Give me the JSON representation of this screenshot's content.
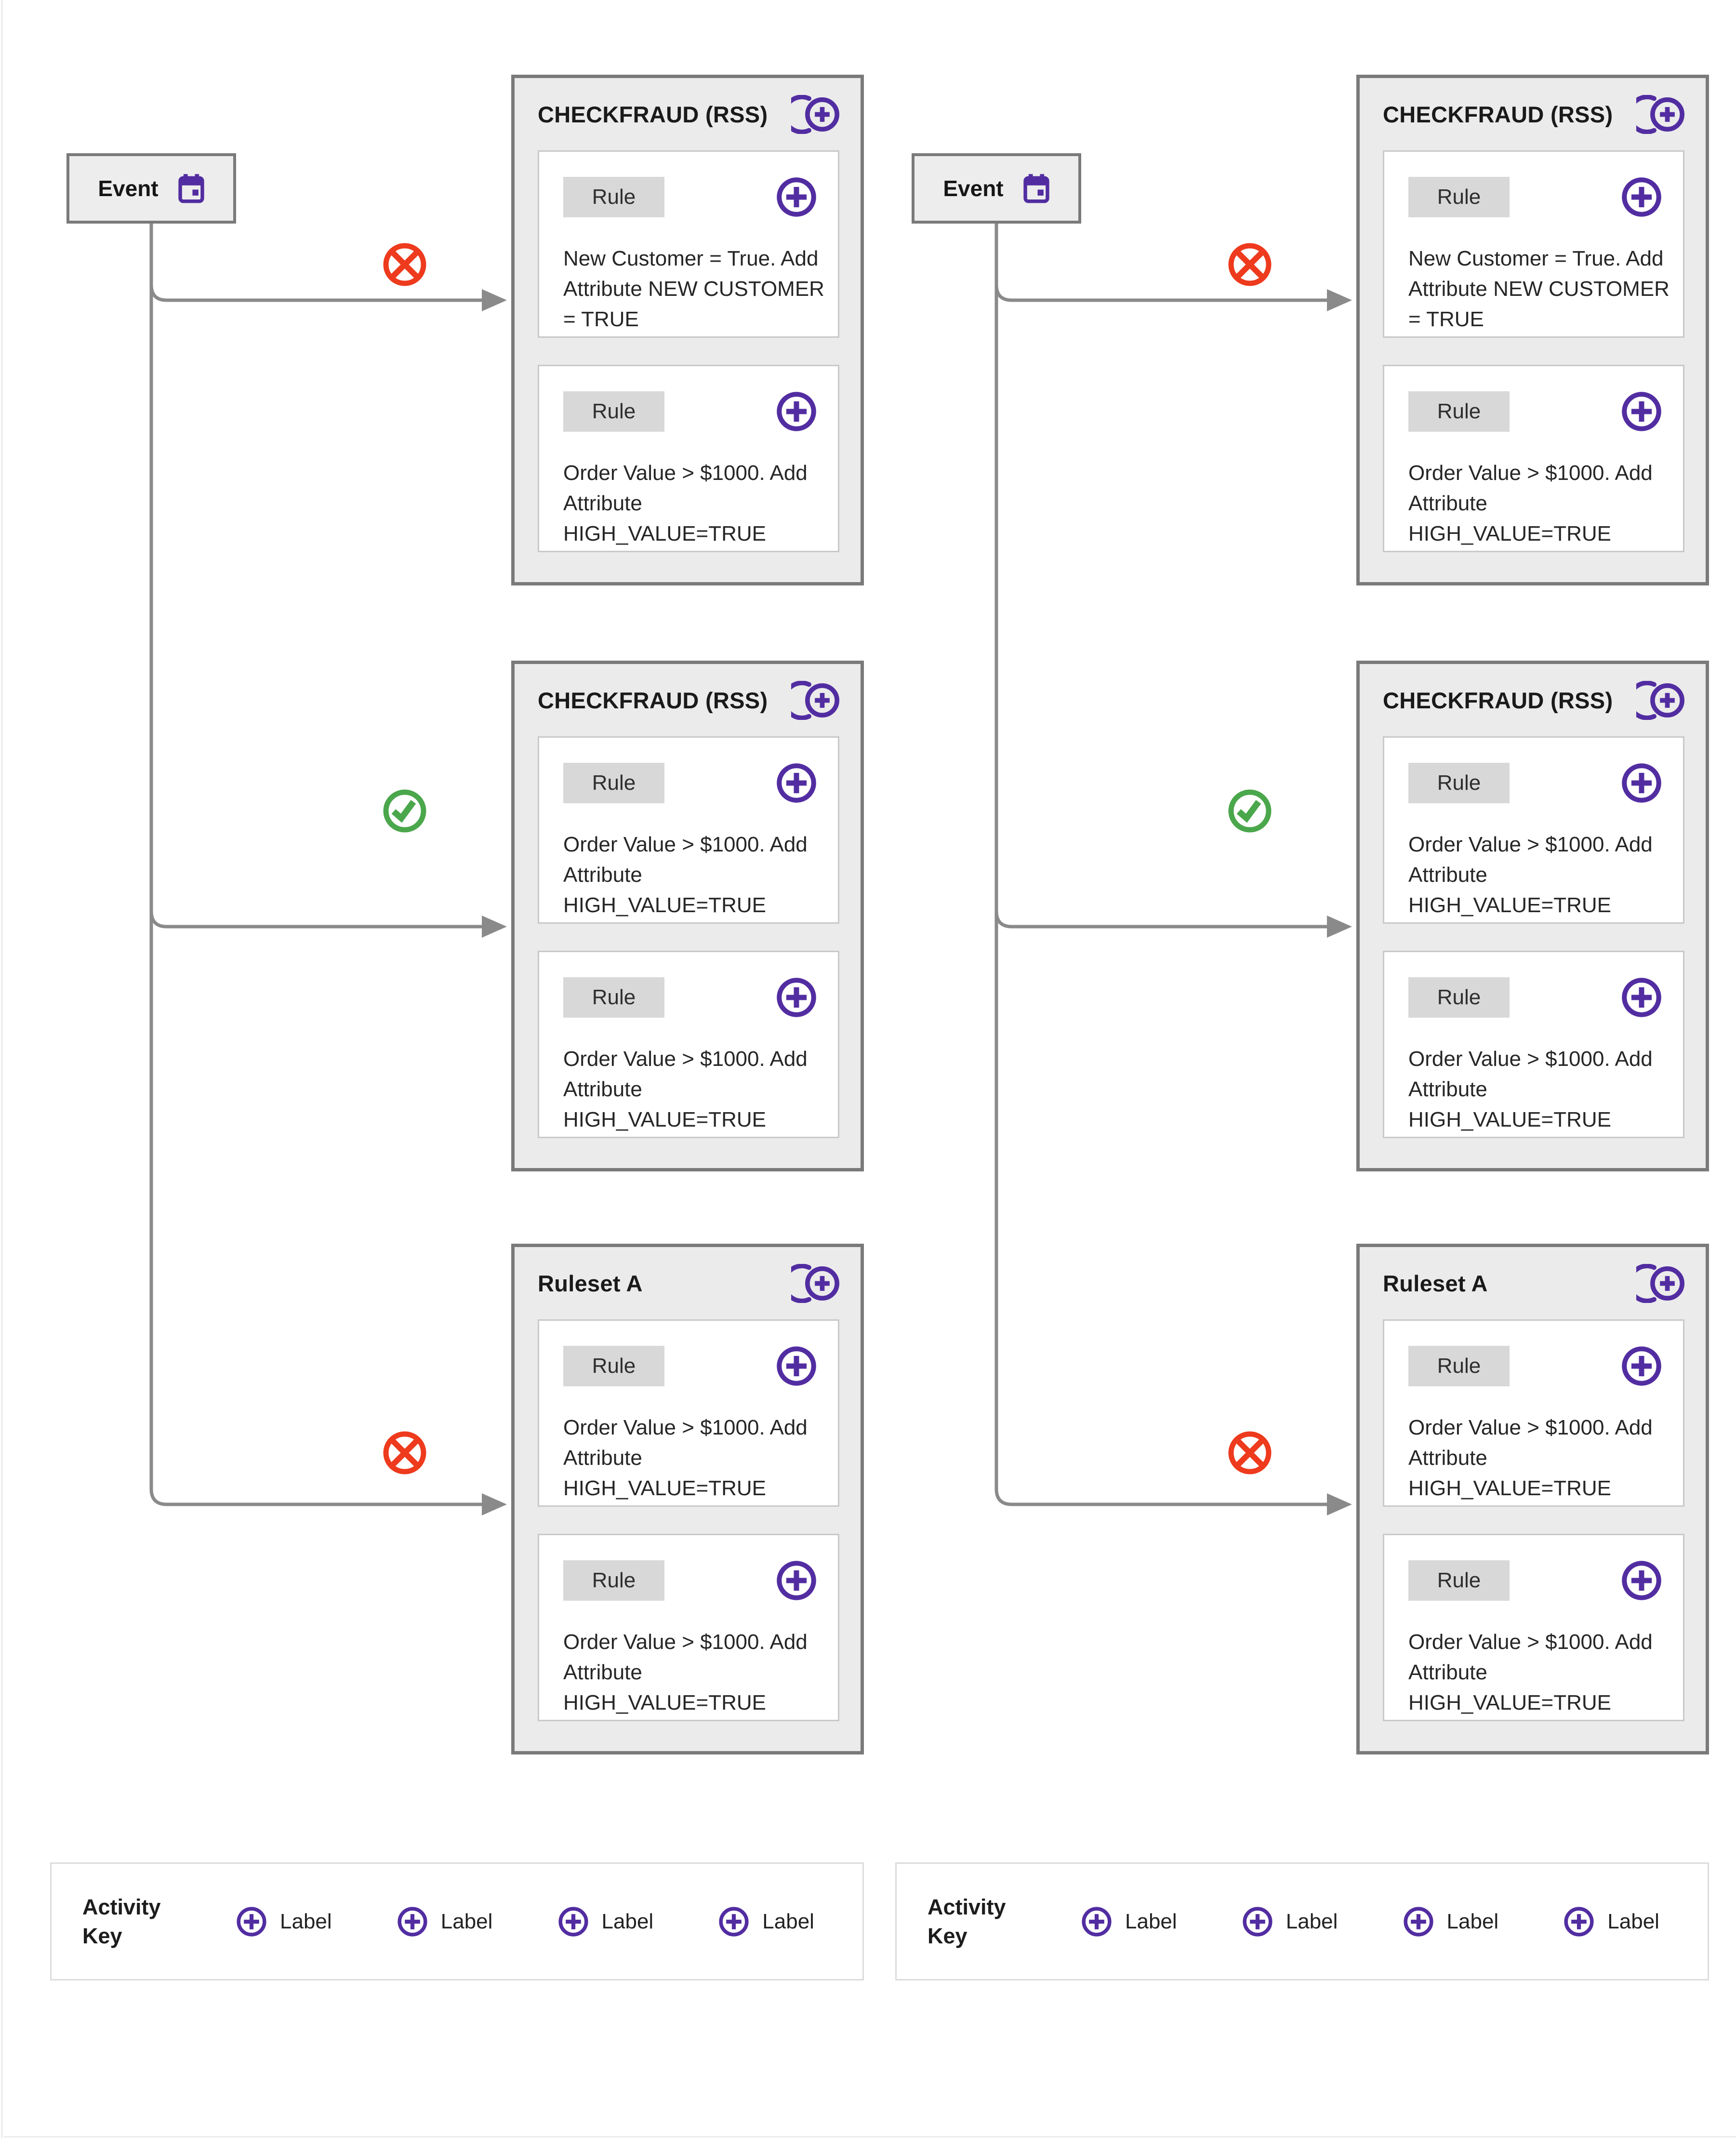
{
  "colors": {
    "accent_purple": "#522da1",
    "status_red": "#ee3a1d",
    "status_green": "#4aa74b",
    "connector_gray": "#8a8a8a",
    "box_border_gray": "#7a7a7a"
  },
  "icons": {
    "event": "calendar-icon",
    "ruleset_header": "circle-plus-repeat-icon",
    "rule_add": "circle-plus-icon",
    "status_sequence": [
      "circle-x-icon",
      "circle-check-icon",
      "circle-x-icon"
    ],
    "legend_item": "circle-plus-icon"
  },
  "panels": [
    {
      "event": {
        "label": "Event"
      },
      "boxes": [
        {
          "title": "CHECKFRAUD (RSS)",
          "rules": [
            {
              "chip": "Rule",
              "text": "New Customer = True. Add Attribute NEW CUSTOMER = TRUE"
            },
            {
              "chip": "Rule",
              "text": "Order Value > $1000. Add Attribute HIGH_VALUE=TRUE"
            }
          ]
        },
        {
          "title": "CHECKFRAUD (RSS)",
          "rules": [
            {
              "chip": "Rule",
              "text": "Order Value > $1000. Add Attribute HIGH_VALUE=TRUE"
            },
            {
              "chip": "Rule",
              "text": "Order Value > $1000. Add Attribute HIGH_VALUE=TRUE"
            }
          ]
        },
        {
          "title": "Ruleset A",
          "rules": [
            {
              "chip": "Rule",
              "text": "Order Value > $1000. Add Attribute HIGH_VALUE=TRUE"
            },
            {
              "chip": "Rule",
              "text": "Order Value > $1000. Add Attribute HIGH_VALUE=TRUE"
            }
          ]
        }
      ],
      "legend": {
        "title": "Activity Key",
        "items": [
          "Label",
          "Label",
          "Label",
          "Label"
        ]
      }
    },
    {
      "event": {
        "label": "Event"
      },
      "boxes": [
        {
          "title": "CHECKFRAUD (RSS)",
          "rules": [
            {
              "chip": "Rule",
              "text": "New Customer = True. Add Attribute NEW CUSTOMER = TRUE"
            },
            {
              "chip": "Rule",
              "text": "Order Value > $1000. Add Attribute HIGH_VALUE=TRUE"
            }
          ]
        },
        {
          "title": "CHECKFRAUD (RSS)",
          "rules": [
            {
              "chip": "Rule",
              "text": "Order Value > $1000. Add Attribute HIGH_VALUE=TRUE"
            },
            {
              "chip": "Rule",
              "text": "Order Value > $1000. Add Attribute HIGH_VALUE=TRUE"
            }
          ]
        },
        {
          "title": "Ruleset A",
          "rules": [
            {
              "chip": "Rule",
              "text": "Order Value > $1000. Add Attribute HIGH_VALUE=TRUE"
            },
            {
              "chip": "Rule",
              "text": "Order Value > $1000. Add Attribute HIGH_VALUE=TRUE"
            }
          ]
        }
      ],
      "legend": {
        "title": "Activity Key",
        "items": [
          "Label",
          "Label",
          "Label",
          "Label"
        ]
      }
    }
  ]
}
